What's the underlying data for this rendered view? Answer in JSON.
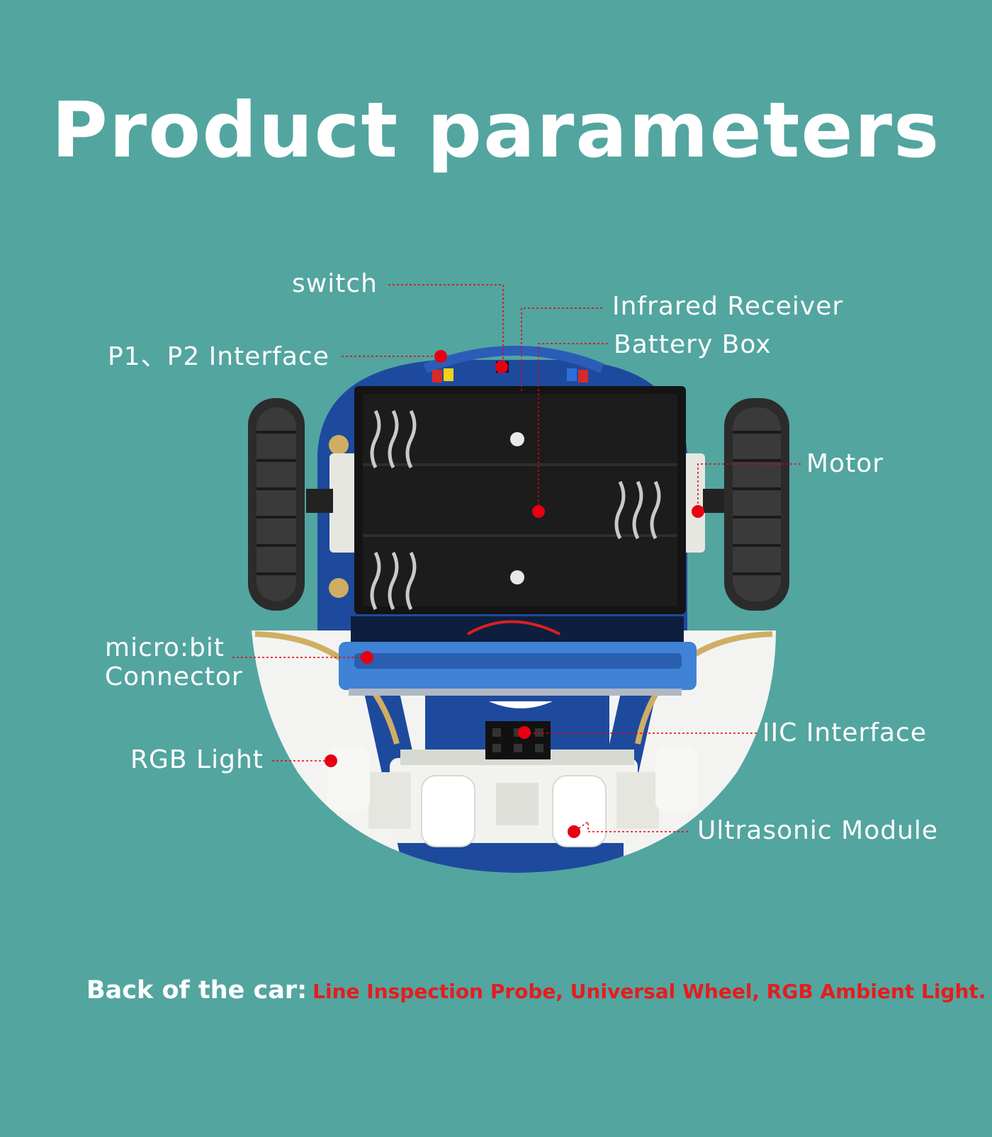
{
  "title": "Product parameters",
  "labels": {
    "switch": "switch",
    "infrared_receiver": "Infrared Receiver",
    "p1_p2_interface": "P1、P2 Interface",
    "battery_box": "Battery Box",
    "motor": "Motor",
    "microbit_connector": "micro:bit\nConnector",
    "iic_interface": "IIC Interface",
    "rgb_light": "RGB Light",
    "ultrasonic_module": "Ultrasonic Module"
  },
  "footer": {
    "heading": "Back of the car:",
    "text": "Line Inspection Probe, Universal Wheel, RGB Ambient Light."
  },
  "colors": {
    "background": "#53a5a0",
    "marker": "#e60012",
    "board_blue": "#1e4a9e"
  }
}
